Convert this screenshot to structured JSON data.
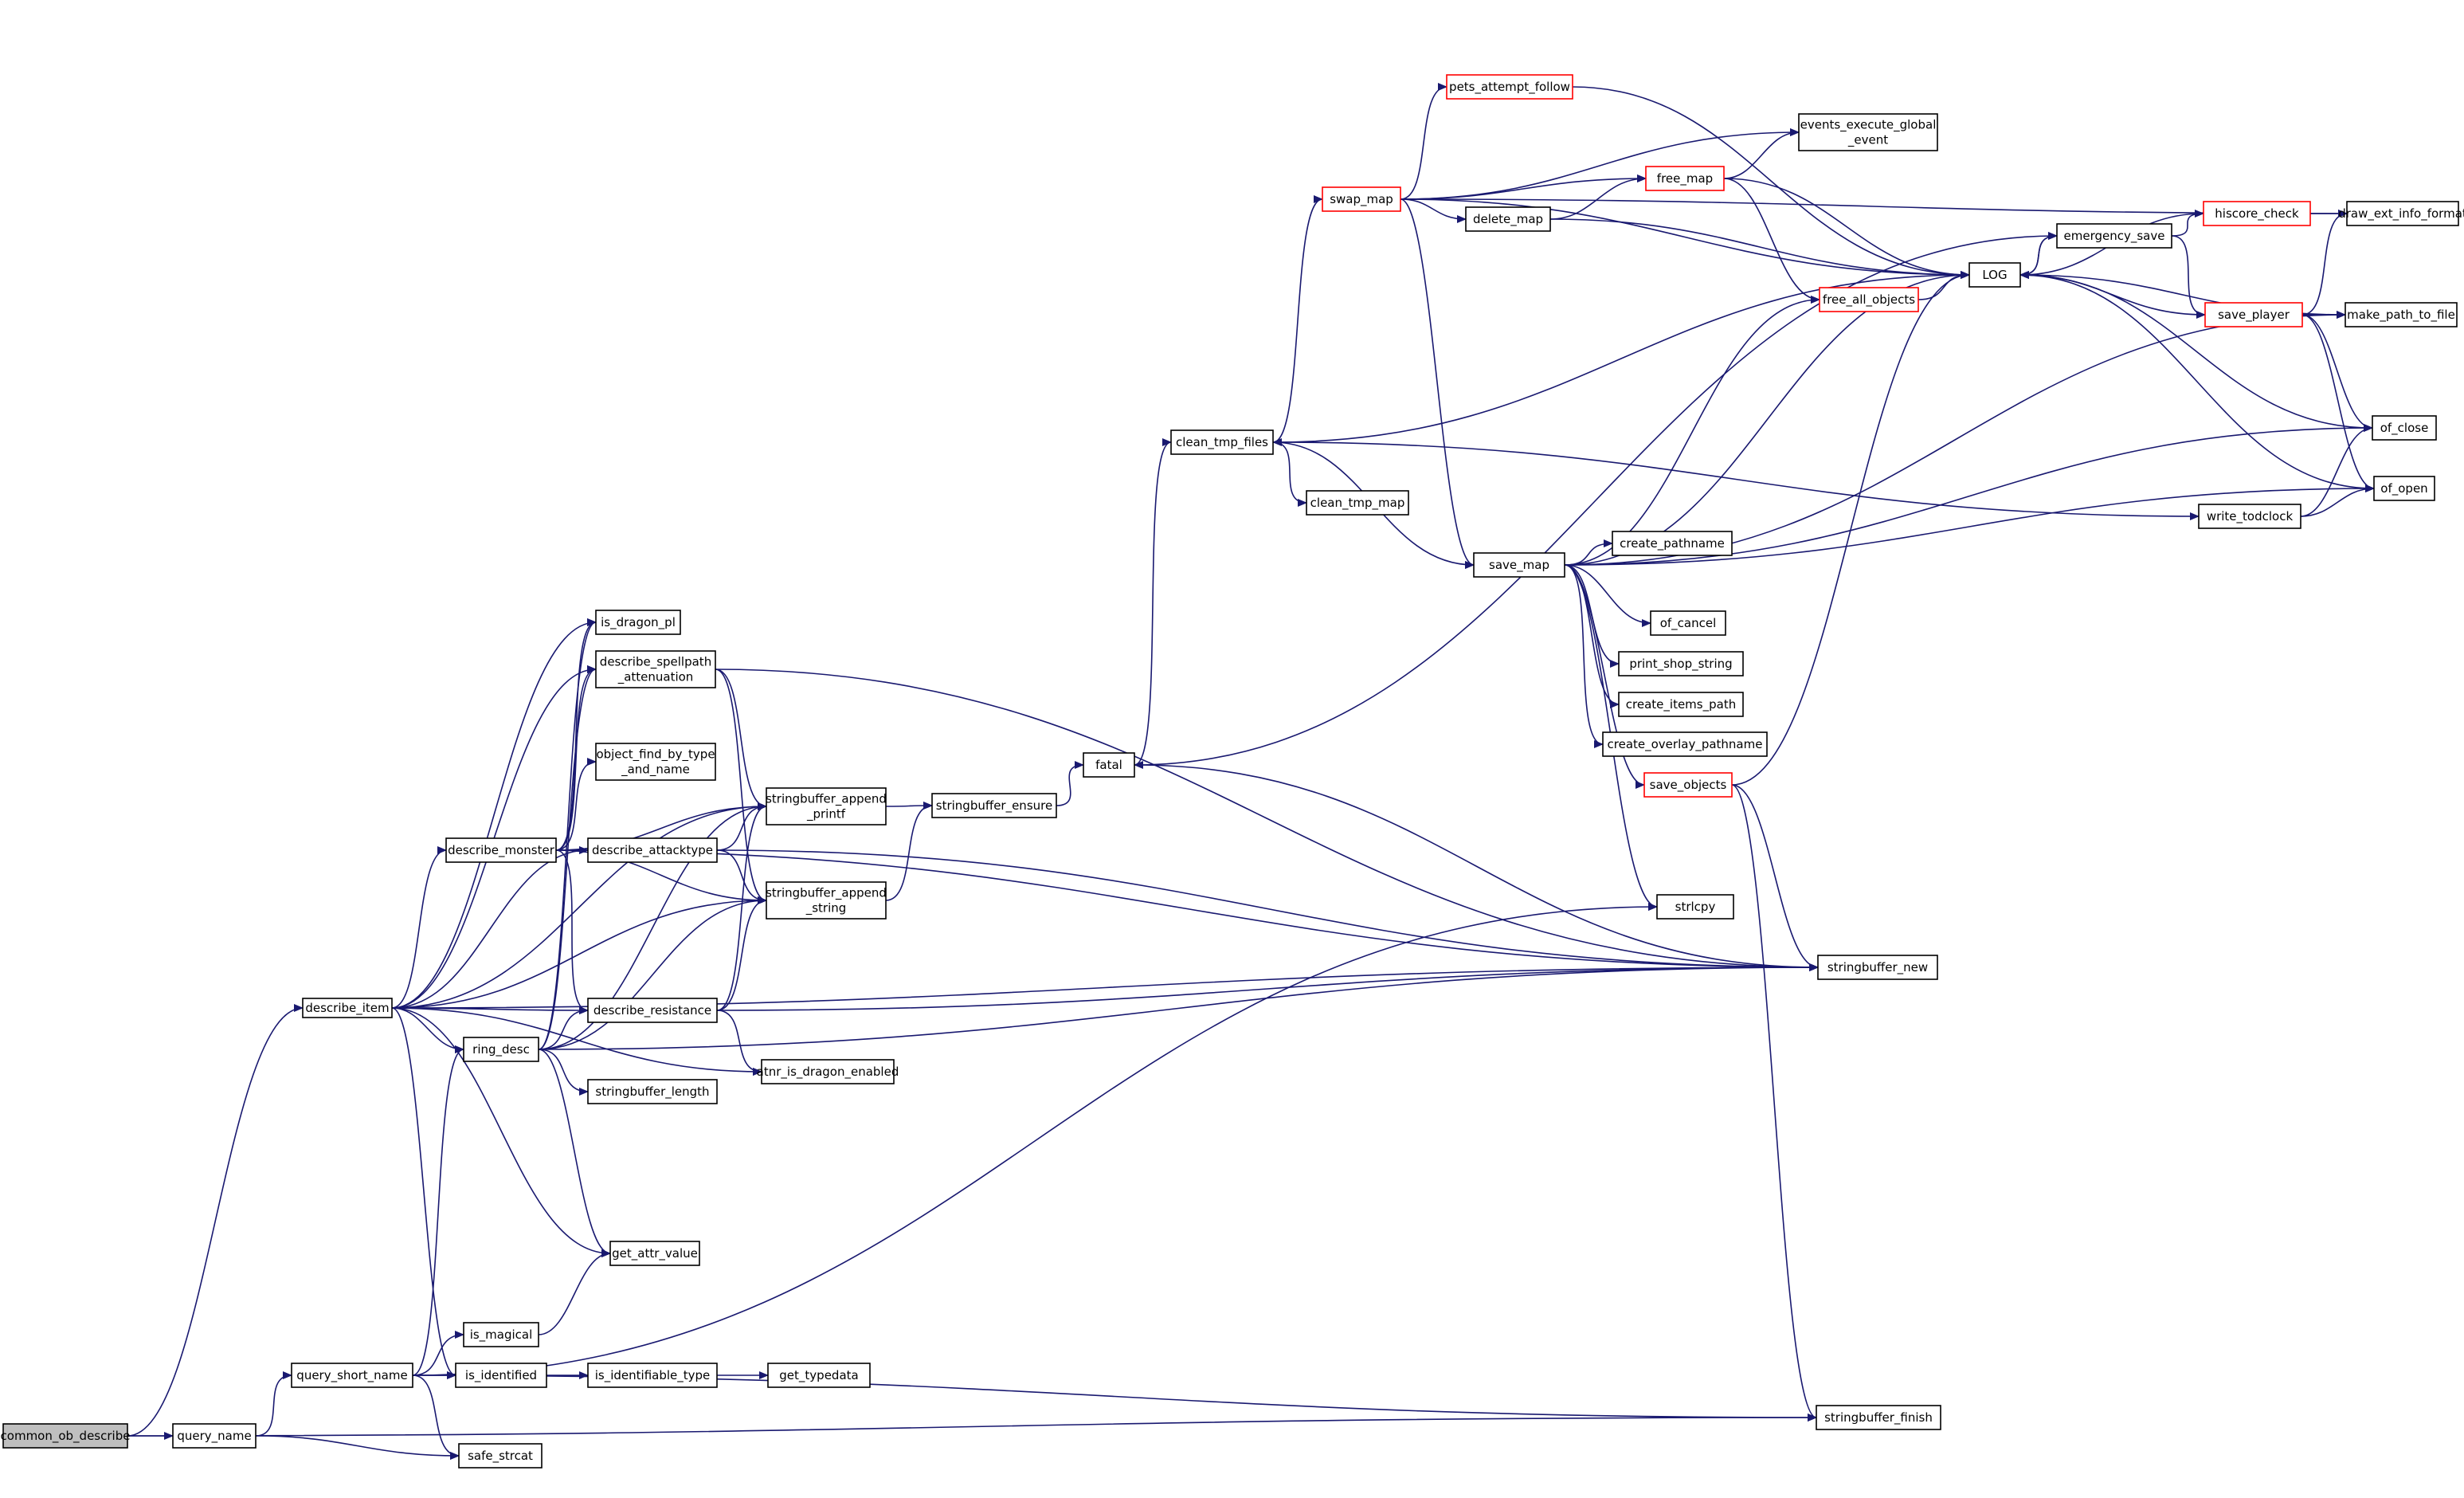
{
  "nodes": [
    {
      "id": "common_ob_describe",
      "lines": [
        "common_ob_describe"
      ],
      "highlight": true
    },
    {
      "id": "query_name",
      "lines": [
        "query_name"
      ]
    },
    {
      "id": "describe_item",
      "lines": [
        "describe_item"
      ]
    },
    {
      "id": "query_short_name",
      "lines": [
        "query_short_name"
      ]
    },
    {
      "id": "safe_strcat",
      "lines": [
        "safe_strcat"
      ]
    },
    {
      "id": "is_magical",
      "lines": [
        "is_magical"
      ]
    },
    {
      "id": "is_identified",
      "lines": [
        "is_identified"
      ]
    },
    {
      "id": "ring_desc",
      "lines": [
        "ring_desc"
      ]
    },
    {
      "id": "describe_monster",
      "lines": [
        "describe_monster"
      ]
    },
    {
      "id": "is_dragon_pl",
      "lines": [
        "is_dragon_pl"
      ]
    },
    {
      "id": "describe_spellpath_attenuation",
      "lines": [
        "describe_spellpath",
        "_attenuation"
      ]
    },
    {
      "id": "object_find_by_type_and_name",
      "lines": [
        "object_find_by_type",
        "_and_name"
      ]
    },
    {
      "id": "describe_attacktype",
      "lines": [
        "describe_attacktype"
      ]
    },
    {
      "id": "describe_resistance",
      "lines": [
        "describe_resistance"
      ]
    },
    {
      "id": "stringbuffer_length",
      "lines": [
        "stringbuffer_length"
      ]
    },
    {
      "id": "get_attr_value",
      "lines": [
        "get_attr_value"
      ]
    },
    {
      "id": "is_identifiable_type",
      "lines": [
        "is_identifiable_type"
      ]
    },
    {
      "id": "get_typedata",
      "lines": [
        "get_typedata"
      ]
    },
    {
      "id": "stringbuffer_append_printf",
      "lines": [
        "stringbuffer_append",
        "_printf"
      ]
    },
    {
      "id": "stringbuffer_append_string",
      "lines": [
        "stringbuffer_append",
        "_string"
      ]
    },
    {
      "id": "atnr_is_dragon_enabled",
      "lines": [
        "atnr_is_dragon_enabled"
      ]
    },
    {
      "id": "stringbuffer_ensure",
      "lines": [
        "stringbuffer_ensure"
      ]
    },
    {
      "id": "fatal",
      "lines": [
        "fatal"
      ]
    },
    {
      "id": "clean_tmp_files",
      "lines": [
        "clean_tmp_files"
      ]
    },
    {
      "id": "clean_tmp_map",
      "lines": [
        "clean_tmp_map"
      ]
    },
    {
      "id": "swap_map",
      "lines": [
        "swap_map"
      ],
      "red": true
    },
    {
      "id": "pets_attempt_follow",
      "lines": [
        "pets_attempt_follow"
      ],
      "red": true
    },
    {
      "id": "delete_map",
      "lines": [
        "delete_map"
      ]
    },
    {
      "id": "free_map",
      "lines": [
        "free_map"
      ],
      "red": true
    },
    {
      "id": "events_execute_global_event",
      "lines": [
        "events_execute_global",
        "_event"
      ]
    },
    {
      "id": "free_all_objects",
      "lines": [
        "free_all_objects"
      ],
      "red": true
    },
    {
      "id": "save_map",
      "lines": [
        "save_map"
      ]
    },
    {
      "id": "create_pathname",
      "lines": [
        "create_pathname"
      ]
    },
    {
      "id": "of_cancel",
      "lines": [
        "of_cancel"
      ]
    },
    {
      "id": "print_shop_string",
      "lines": [
        "print_shop_string"
      ]
    },
    {
      "id": "create_items_path",
      "lines": [
        "create_items_path"
      ]
    },
    {
      "id": "create_overlay_pathname",
      "lines": [
        "create_overlay_pathname"
      ]
    },
    {
      "id": "save_objects",
      "lines": [
        "save_objects"
      ],
      "red": true
    },
    {
      "id": "strlcpy",
      "lines": [
        "strlcpy"
      ]
    },
    {
      "id": "stringbuffer_new",
      "lines": [
        "stringbuffer_new"
      ]
    },
    {
      "id": "stringbuffer_finish",
      "lines": [
        "stringbuffer_finish"
      ]
    },
    {
      "id": "LOG",
      "lines": [
        "LOG"
      ]
    },
    {
      "id": "emergency_save",
      "lines": [
        "emergency_save"
      ]
    },
    {
      "id": "hiscore_check",
      "lines": [
        "hiscore_check"
      ],
      "red": true
    },
    {
      "id": "save_player",
      "lines": [
        "save_player"
      ],
      "red": true
    },
    {
      "id": "draw_ext_info_format",
      "lines": [
        "draw_ext_info_format"
      ]
    },
    {
      "id": "make_path_to_file",
      "lines": [
        "make_path_to_file"
      ]
    },
    {
      "id": "of_close",
      "lines": [
        "of_close"
      ]
    },
    {
      "id": "of_open",
      "lines": [
        "of_open"
      ]
    },
    {
      "id": "write_todclock",
      "lines": [
        "write_todclock"
      ]
    }
  ],
  "edges": [
    [
      "common_ob_describe",
      "query_name"
    ],
    [
      "common_ob_describe",
      "describe_item"
    ],
    [
      "common_ob_describe",
      "stringbuffer_finish"
    ],
    [
      "query_name",
      "query_short_name"
    ],
    [
      "query_name",
      "safe_strcat"
    ],
    [
      "query_short_name",
      "safe_strcat"
    ],
    [
      "query_short_name",
      "is_magical"
    ],
    [
      "query_short_name",
      "is_identified"
    ],
    [
      "query_short_name",
      "ring_desc"
    ],
    [
      "query_short_name",
      "strlcpy"
    ],
    [
      "query_short_name",
      "stringbuffer_finish"
    ],
    [
      "describe_item",
      "is_dragon_pl"
    ],
    [
      "describe_item",
      "describe_spellpath_attenuation"
    ],
    [
      "describe_item",
      "describe_monster"
    ],
    [
      "describe_item",
      "describe_attacktype"
    ],
    [
      "describe_item",
      "describe_resistance"
    ],
    [
      "describe_item",
      "ring_desc"
    ],
    [
      "describe_item",
      "stringbuffer_append_printf"
    ],
    [
      "describe_item",
      "stringbuffer_append_string"
    ],
    [
      "describe_item",
      "atnr_is_dragon_enabled"
    ],
    [
      "describe_item",
      "get_attr_value"
    ],
    [
      "describe_item",
      "is_identified"
    ],
    [
      "describe_item",
      "stringbuffer_new"
    ],
    [
      "describe_monster",
      "is_dragon_pl"
    ],
    [
      "describe_monster",
      "describe_spellpath_attenuation"
    ],
    [
      "describe_monster",
      "object_find_by_type_and_name"
    ],
    [
      "describe_monster",
      "describe_attacktype"
    ],
    [
      "describe_monster",
      "stringbuffer_append_printf"
    ],
    [
      "describe_monster",
      "stringbuffer_append_string"
    ],
    [
      "describe_monster",
      "describe_resistance"
    ],
    [
      "describe_monster",
      "stringbuffer_new"
    ],
    [
      "ring_desc",
      "is_dragon_pl"
    ],
    [
      "ring_desc",
      "describe_spellpath_attenuation"
    ],
    [
      "ring_desc",
      "stringbuffer_append_printf"
    ],
    [
      "ring_desc",
      "stringbuffer_append_string"
    ],
    [
      "ring_desc",
      "describe_resistance"
    ],
    [
      "ring_desc",
      "stringbuffer_length"
    ],
    [
      "ring_desc",
      "get_attr_value"
    ],
    [
      "ring_desc",
      "stringbuffer_new"
    ],
    [
      "describe_spellpath_attenuation",
      "stringbuffer_append_printf"
    ],
    [
      "describe_spellpath_attenuation",
      "stringbuffer_append_string"
    ],
    [
      "describe_spellpath_attenuation",
      "stringbuffer_new"
    ],
    [
      "describe_attacktype",
      "stringbuffer_append_printf"
    ],
    [
      "describe_attacktype",
      "stringbuffer_append_string"
    ],
    [
      "describe_attacktype",
      "stringbuffer_new"
    ],
    [
      "describe_resistance",
      "stringbuffer_append_printf"
    ],
    [
      "describe_resistance",
      "stringbuffer_append_string"
    ],
    [
      "describe_resistance",
      "atnr_is_dragon_enabled"
    ],
    [
      "describe_resistance",
      "stringbuffer_new"
    ],
    [
      "is_magical",
      "get_attr_value"
    ],
    [
      "is_identified",
      "is_identifiable_type"
    ],
    [
      "is_identifiable_type",
      "get_typedata"
    ],
    [
      "stringbuffer_append_printf",
      "stringbuffer_ensure"
    ],
    [
      "stringbuffer_append_string",
      "stringbuffer_ensure"
    ],
    [
      "stringbuffer_ensure",
      "fatal"
    ],
    [
      "fatal",
      "clean_tmp_files"
    ],
    [
      "fatal",
      "emergency_save"
    ],
    [
      "clean_tmp_files",
      "swap_map"
    ],
    [
      "clean_tmp_files",
      "clean_tmp_map"
    ],
    [
      "clean_tmp_files",
      "save_map"
    ],
    [
      "clean_tmp_files",
      "write_todclock"
    ],
    [
      "swap_map",
      "pets_attempt_follow"
    ],
    [
      "swap_map",
      "events_execute_global_event"
    ],
    [
      "swap_map",
      "free_map"
    ],
    [
      "swap_map",
      "delete_map"
    ],
    [
      "swap_map",
      "LOG"
    ],
    [
      "swap_map",
      "save_map"
    ],
    [
      "swap_map",
      "draw_ext_info_format"
    ],
    [
      "delete_map",
      "free_map"
    ],
    [
      "delete_map",
      "LOG"
    ],
    [
      "free_map",
      "events_execute_global_event"
    ],
    [
      "free_map",
      "LOG"
    ],
    [
      "free_map",
      "free_all_objects"
    ],
    [
      "pets_attempt_follow",
      "LOG"
    ],
    [
      "free_all_objects",
      "LOG"
    ],
    [
      "save_map",
      "free_all_objects"
    ],
    [
      "save_map",
      "LOG"
    ],
    [
      "save_map",
      "create_pathname"
    ],
    [
      "save_map",
      "of_cancel"
    ],
    [
      "save_map",
      "print_shop_string"
    ],
    [
      "save_map",
      "create_items_path"
    ],
    [
      "save_map",
      "create_overlay_pathname"
    ],
    [
      "save_map",
      "save_objects"
    ],
    [
      "save_map",
      "strlcpy"
    ],
    [
      "save_map",
      "make_path_to_file"
    ],
    [
      "save_map",
      "of_close"
    ],
    [
      "save_map",
      "of_open"
    ],
    [
      "save_objects",
      "LOG"
    ],
    [
      "save_objects",
      "stringbuffer_new"
    ],
    [
      "save_objects",
      "stringbuffer_finish"
    ],
    [
      "stringbuffer_new",
      "fatal"
    ],
    [
      "LOG",
      "clean_tmp_files"
    ],
    [
      "LOG",
      "emergency_save"
    ],
    [
      "emergency_save",
      "LOG"
    ],
    [
      "emergency_save",
      "hiscore_check"
    ],
    [
      "emergency_save",
      "save_player"
    ],
    [
      "hiscore_check",
      "draw_ext_info_format"
    ],
    [
      "hiscore_check",
      "LOG"
    ],
    [
      "save_player",
      "LOG"
    ],
    [
      "save_player",
      "draw_ext_info_format"
    ],
    [
      "save_player",
      "make_path_to_file"
    ],
    [
      "save_player",
      "of_close"
    ],
    [
      "save_player",
      "of_open"
    ],
    [
      "make_path_to_file",
      "LOG"
    ],
    [
      "of_close",
      "LOG"
    ],
    [
      "of_open",
      "LOG"
    ],
    [
      "write_todclock",
      "of_close"
    ],
    [
      "write_todclock",
      "of_open"
    ]
  ]
}
